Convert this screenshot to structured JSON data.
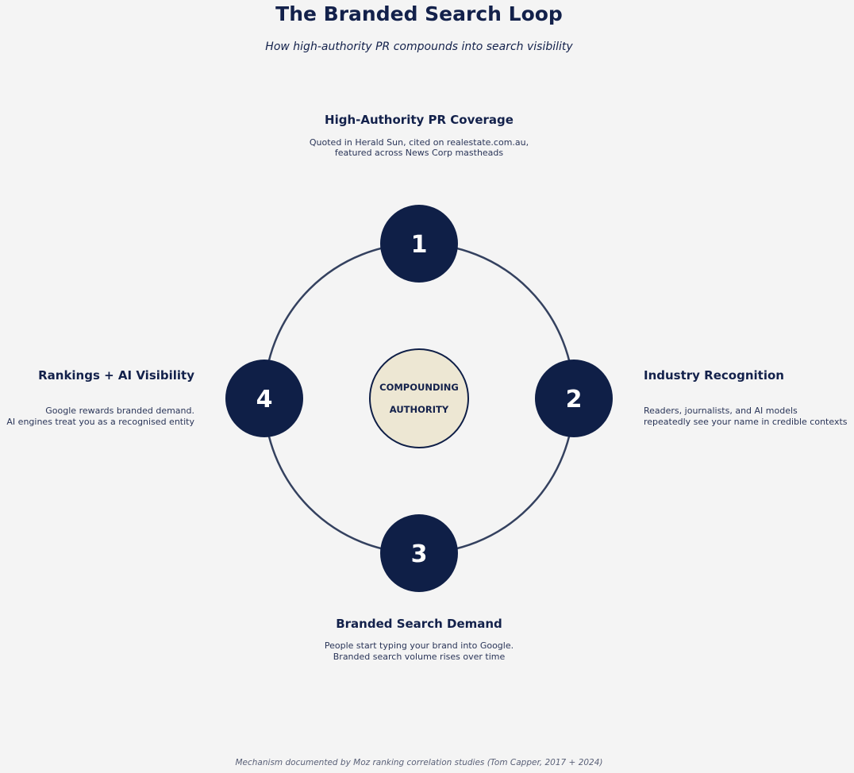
{
  "title": "The Branded Search Loop",
  "subtitle": "How high-authority PR compounds into search visibility",
  "center": {
    "line1": "COMPOUNDING",
    "line2": "AUTHORITY"
  },
  "colors": {
    "node": "#0f1f47",
    "ring": "#34415f",
    "center_fill": "#ede7d3",
    "background": "#f4f4f4"
  },
  "steps": [
    {
      "number": "1",
      "title": "High-Authority PR Coverage",
      "desc1": "Quoted in Herald Sun, cited on realestate.com.au,",
      "desc2": "featured across News Corp mastheads"
    },
    {
      "number": "2",
      "title": "Industry Recognition",
      "desc1": "Readers, journalists, and AI models",
      "desc2": "repeatedly see your name in credible contexts"
    },
    {
      "number": "3",
      "title": "Branded Search Demand",
      "desc1": "People start typing your brand into Google.",
      "desc2": "Branded search volume rises over time"
    },
    {
      "number": "4",
      "title": "Rankings + AI Visibility",
      "desc1": "Google rewards branded demand.",
      "desc2": "AI engines treat you as a recognised entity"
    }
  ],
  "footer": "Mechanism documented by Moz ranking correlation studies (Tom Capper, 2017 + 2024)"
}
